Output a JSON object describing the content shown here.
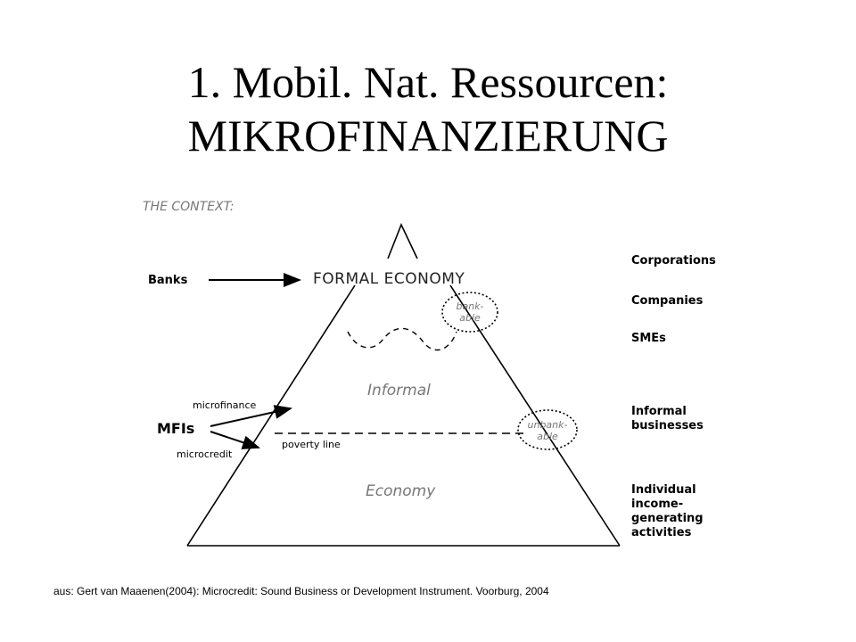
{
  "title": {
    "line1": "1. Mobil. Nat. Ressourcen:",
    "line2": "MIKROFINANZIERUNG"
  },
  "diagram": {
    "context_label": "THE CONTEXT:",
    "formal_economy": "FORMAL ECONOMY",
    "informal": "Informal",
    "economy": "Economy",
    "poverty_line": "poverty line",
    "bankable": {
      "line1": "bank-",
      "line2": "able"
    },
    "unbankable": {
      "line1": "unbank-",
      "line2": "able"
    },
    "left_labels": {
      "banks": "Banks",
      "mfis": "MFIs",
      "microfinance": "microfinance",
      "microcredit": "microcredit"
    },
    "right_labels": {
      "corporations": "Corporations",
      "companies": "Companies",
      "smes": "SMEs",
      "informal_businesses": {
        "line1": "Informal",
        "line2": "businesses"
      },
      "individual": {
        "line1": "Individual",
        "line2": "income-",
        "line3": "generating",
        "line4": "activities"
      }
    }
  },
  "footnote": "aus: Gert van Maaenen(2004): Microcredit: Sound Business or Development Instrument. Voorburg, 2004"
}
